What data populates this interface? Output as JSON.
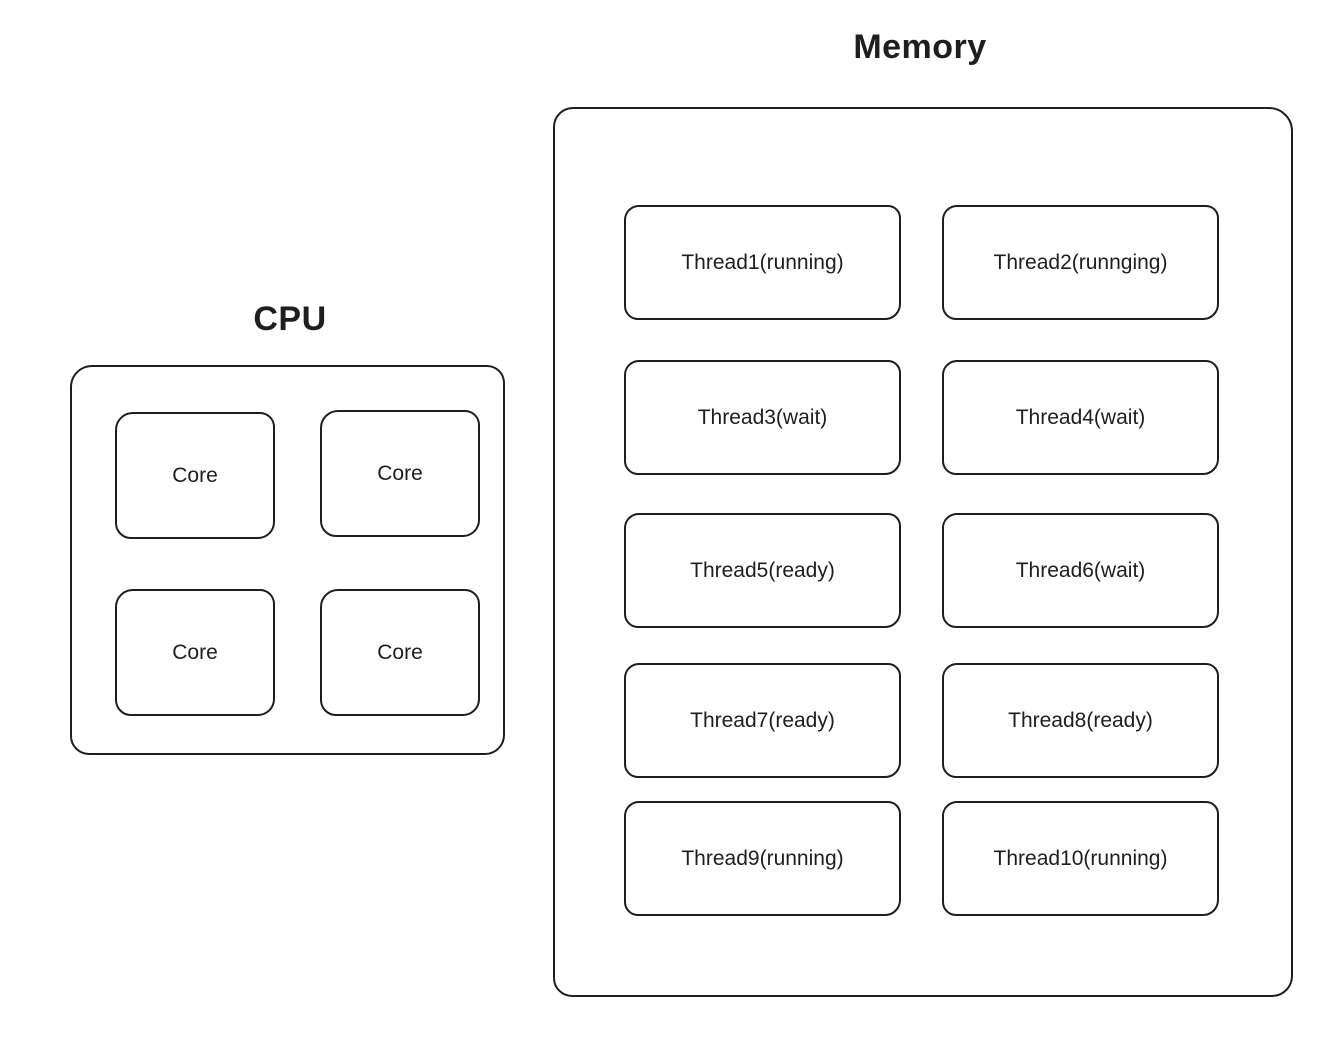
{
  "colors": {
    "stroke": "#1e1e1e",
    "background": "#ffffff"
  },
  "diagram": {
    "cpu": {
      "title": "CPU",
      "cores": [
        {
          "label": "Core"
        },
        {
          "label": "Core"
        },
        {
          "label": "Core"
        },
        {
          "label": "Core"
        }
      ]
    },
    "memory": {
      "title": "Memory",
      "threads": [
        {
          "label": "Thread1(running)"
        },
        {
          "label": "Thread2(runnging)"
        },
        {
          "label": "Thread3(wait)"
        },
        {
          "label": "Thread4(wait)"
        },
        {
          "label": "Thread5(ready)"
        },
        {
          "label": "Thread6(wait)"
        },
        {
          "label": "Thread7(ready)"
        },
        {
          "label": "Thread8(ready)"
        },
        {
          "label": "Thread9(running)"
        },
        {
          "label": "Thread10(running)"
        }
      ]
    }
  }
}
